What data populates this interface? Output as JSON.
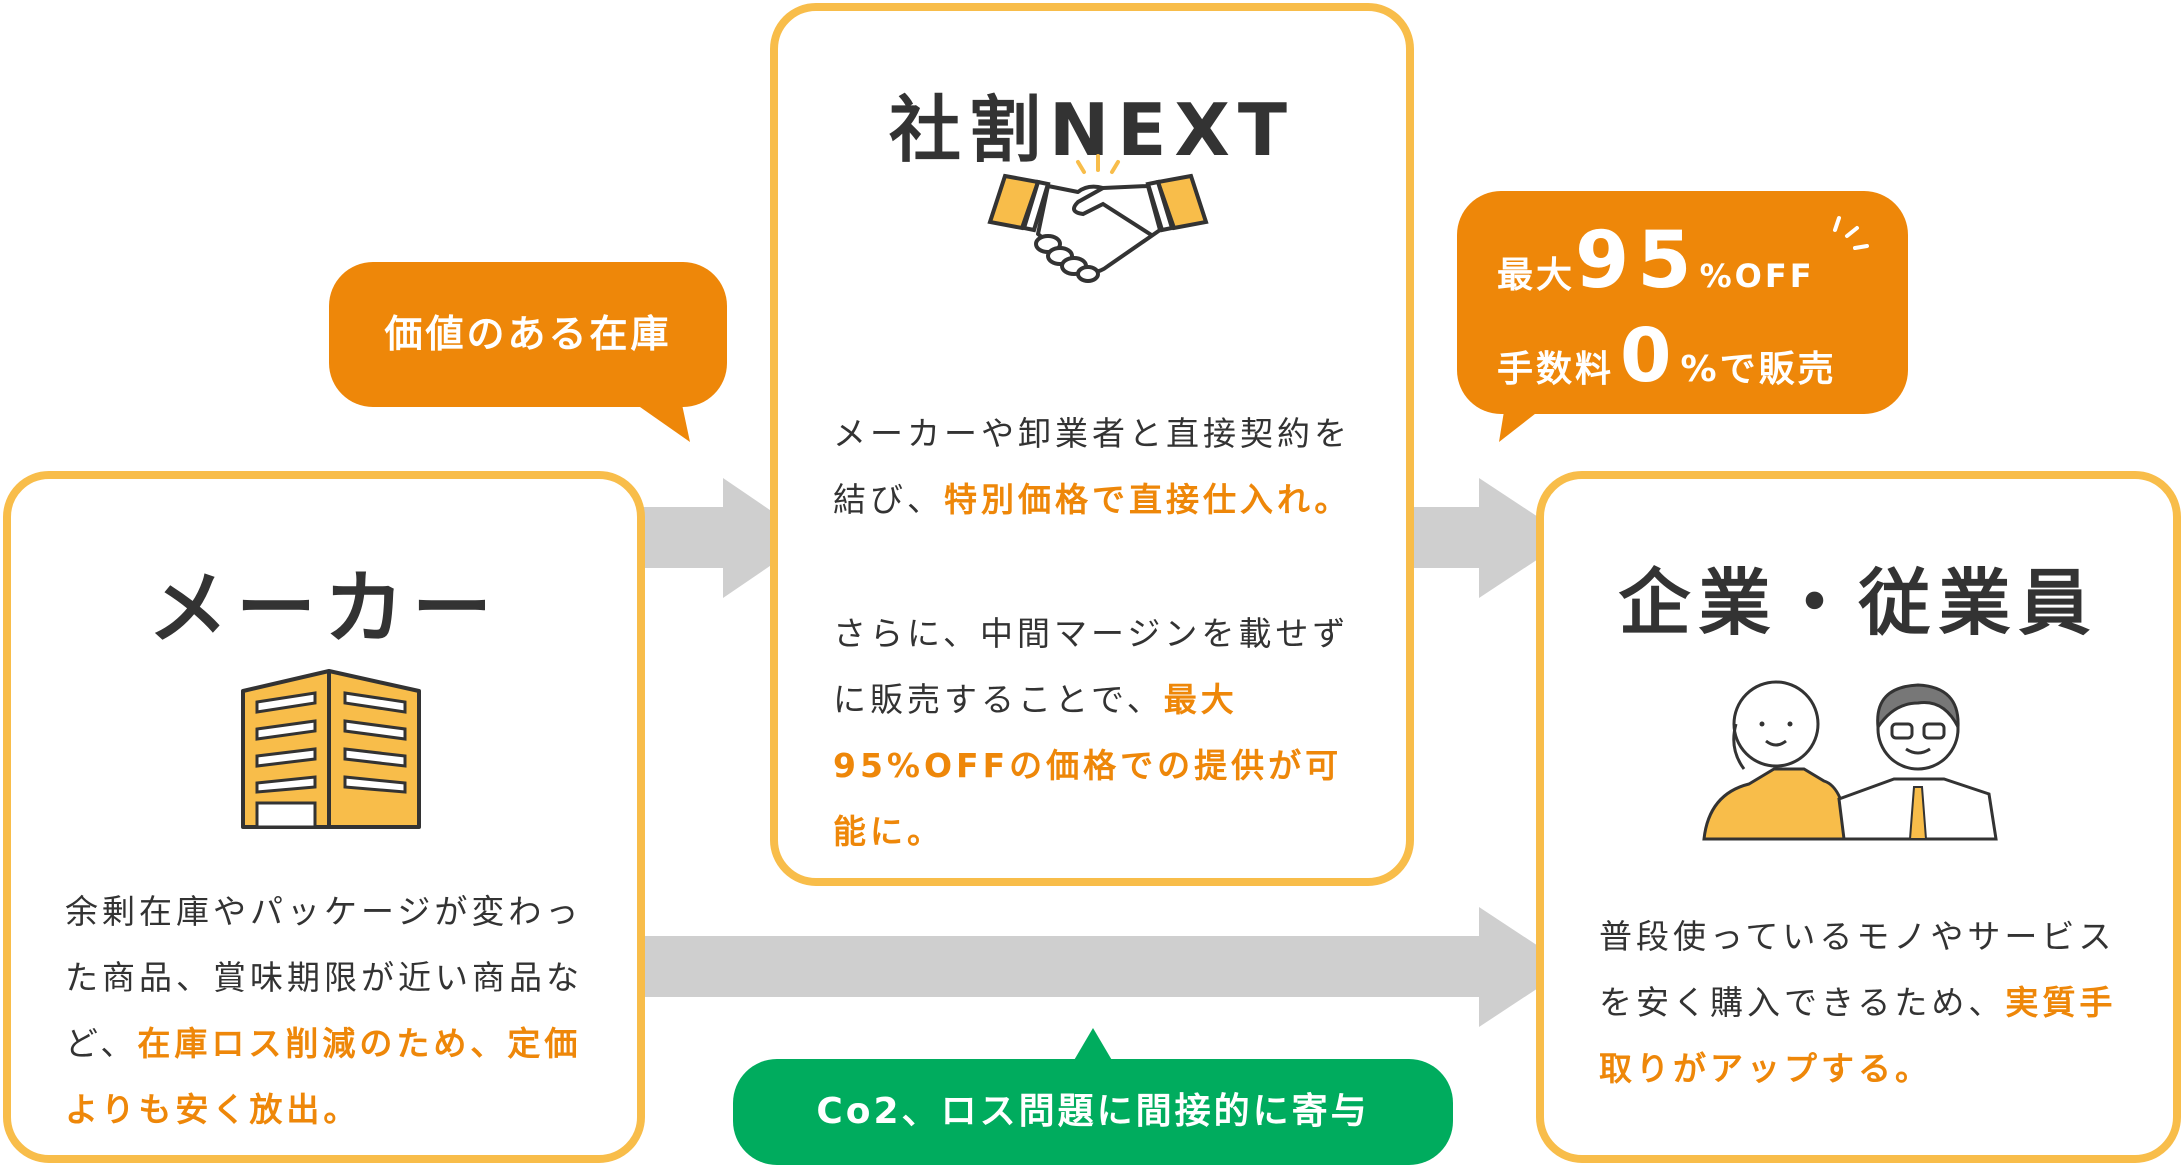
{
  "maker": {
    "title": "メーカー",
    "text_plain": "余剰在庫やパッケージが変わった商品、賞味期限が近い商品など、",
    "text_highlight": "在庫ロス削減のため、定価よりも安く放出。"
  },
  "platform": {
    "title": "社割NEXT",
    "p1_plain": "メーカーや卸業者と直接契約を結び、",
    "p1_highlight": "特別価格で直接仕入れ。",
    "p2_plain": "さらに、中間マージンを載せずに販売することで、",
    "p2_highlight": "最大95%OFFの価格での提供が可能に。"
  },
  "company": {
    "title": "企業・従業員",
    "text_plain": "普段使っているモノやサービスを安く購入できるため、",
    "text_highlight": "実質手取りがアップする。"
  },
  "bubbles": {
    "value_stock": "価値のある在庫",
    "discount_prefix": "最大",
    "discount_number": "95",
    "discount_suffix": "%OFF",
    "fee_prefix": "手数料",
    "fee_number": "0",
    "fee_suffix": "%で販売",
    "co2": "Co2、ロス問題に間接的に寄与"
  },
  "colors": {
    "accent": "#ee8709",
    "border": "#f8bd4a",
    "green": "#00ac5e",
    "arrow": "#cfcfcf",
    "text": "#333333"
  }
}
